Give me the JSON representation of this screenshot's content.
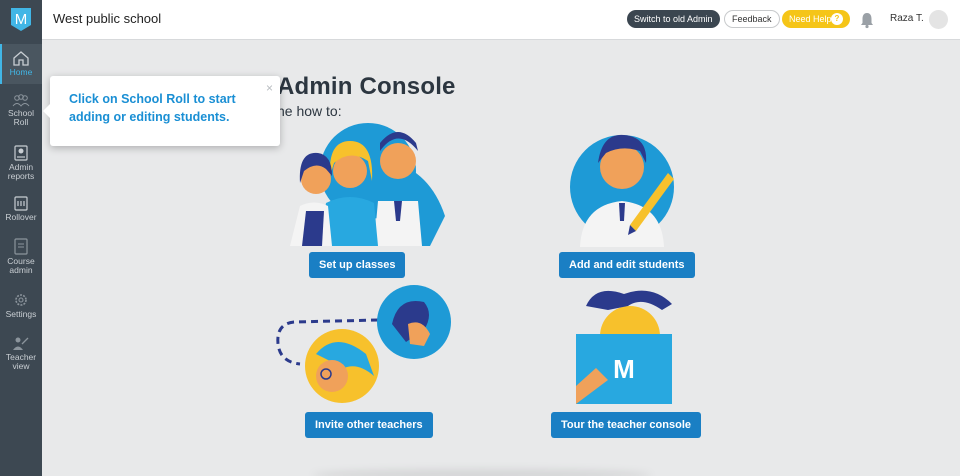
{
  "header": {
    "school_name": "West public school",
    "switch_label": "Switch to old Admin",
    "feedback_label": "Feedback",
    "help_label": "Need Help",
    "help_icon_glyph": "?",
    "user_name": "Raza T."
  },
  "logo_letter": "M",
  "sidebar": {
    "items": [
      {
        "label": "Home",
        "icon": "home-icon"
      },
      {
        "label": "School Roll",
        "icon": "people-icon"
      },
      {
        "label": "Admin reports",
        "icon": "report-icon"
      },
      {
        "label": "Rollover",
        "icon": "rollover-icon"
      },
      {
        "label": "Course admin",
        "icon": "course-icon"
      },
      {
        "label": "Settings",
        "icon": "gear-icon"
      },
      {
        "label": "Teacher view",
        "icon": "teacher-icon"
      }
    ]
  },
  "main": {
    "title": "Admin Console",
    "subtitle": "he how to:",
    "actions": [
      {
        "label": "Set up classes"
      },
      {
        "label": "Add and edit students"
      },
      {
        "label": "Invite other teachers"
      },
      {
        "label": "Tour the teacher console"
      }
    ],
    "tour_letter": "M"
  },
  "tooltip": {
    "text": "Click on School Roll to start adding or editing students.",
    "close": "×"
  },
  "colors": {
    "accent": "#41b6e6",
    "button_blue": "#1a7fc4",
    "help_yellow": "#f5c518",
    "sidebar_bg": "#3d4852"
  }
}
